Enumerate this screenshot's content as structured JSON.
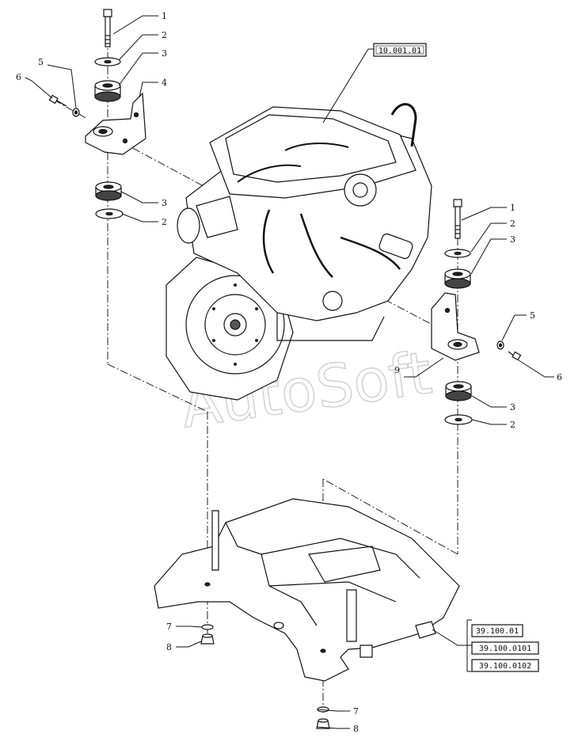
{
  "watermark": "AutoSoft",
  "refs": {
    "engine": "10.001.01",
    "frame_a": "39.100.01",
    "frame_b": "39.100.0101",
    "frame_c": "39.100.0102"
  },
  "callouts": {
    "bolt": "1",
    "washer": "2",
    "rubber_mount": "3",
    "bracket_left": "4",
    "lock_washer": "5",
    "screw": "6",
    "lower_washer": "7",
    "nut": "8",
    "bracket_right": "9"
  }
}
